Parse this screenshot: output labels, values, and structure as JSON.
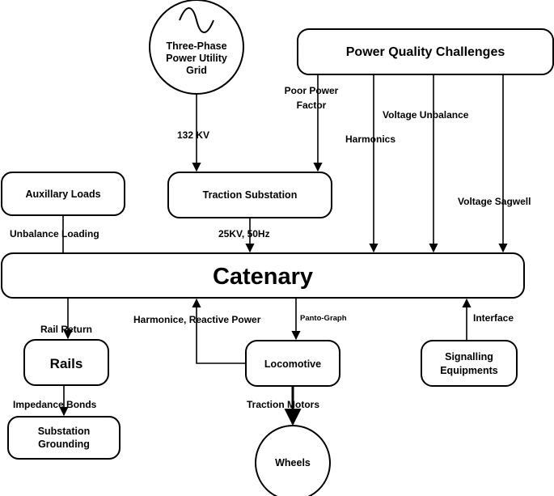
{
  "nodes": {
    "grid": [
      "Three-Phase",
      "Power Utility",
      "Grid"
    ],
    "pq": "Power Quality Challenges",
    "aux": "Auxillary Loads",
    "traction": "Traction Substation",
    "catenary": "Catenary",
    "rails": "Rails",
    "locomotive": "Locomotive",
    "signalling": [
      "Signalling",
      "Equipments"
    ],
    "grounding": [
      "Substation",
      "Grounding"
    ],
    "wheels": "Wheels"
  },
  "labels": {
    "kv132": "132 KV",
    "poor_pf": [
      "Poor Power",
      "Factor"
    ],
    "harmonics": "Harmonics",
    "voltage_unbalance": "Voltage Unbalance",
    "voltage_sagwell": "Voltage Sagwell",
    "unbalance_loading": "Unbalance Loading",
    "kv25": "25KV, 50Hz",
    "rail_return": "Rail Return",
    "harmonice_reactive": "Harmonice, Reactive Power",
    "panto_graph": "Panto-Graph",
    "interface": "Interface",
    "impedance_bonds": "Impedance Bonds",
    "traction_motors": "Traction Motors"
  }
}
